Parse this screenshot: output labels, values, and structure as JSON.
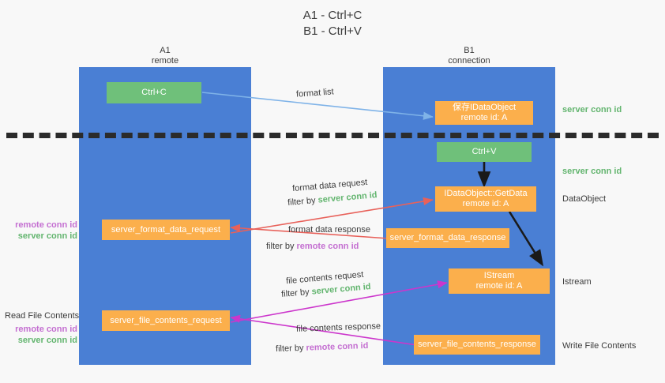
{
  "title": {
    "line1": "A1 - Ctrl+C",
    "line2": "B1 - Ctrl+V"
  },
  "lanes": [
    {
      "name": "A1",
      "sub": "remote"
    },
    {
      "name": "B1",
      "sub": "connection"
    }
  ],
  "nodes": {
    "ctrl_c": "Ctrl+C",
    "ctrl_v": "Ctrl+V",
    "save_dataobject_l1": "保存IDataObject",
    "save_dataobject_l2": "remote id: A",
    "getdata_l1": "IDataObject::GetData",
    "getdata_l2": "remote id: A",
    "istream_l1": "IStream",
    "istream_l2": "remote id: A",
    "server_format_data_request": "server_format_data_request",
    "server_format_data_response": "server_format_data_response",
    "server_file_contents_request": "server_file_contents_request",
    "server_file_contents_response": "server_file_contents_response"
  },
  "captions": {
    "format_list": "format list",
    "format_data_request": "format data request",
    "format_data_response": "format data response",
    "file_contents_request": "file contents request",
    "file_contents_response": "file contents response",
    "filter_by": "filter by ",
    "server_conn_id": "server conn id",
    "remote_conn_id": "remote conn id"
  },
  "side_labels": {
    "server_conn_id": "server conn id",
    "remote_conn_id": "remote conn id",
    "dataobject": "DataObject",
    "istream": "Istream",
    "write_file_contents": "Write File Contents",
    "read_file_contents": "Read File Contents"
  },
  "colors": {
    "lane": "#4a7fd4",
    "green_box": "#6fc07a",
    "orange_box": "#fbaf4c",
    "green_text": "#63b56f",
    "purple_text": "#c46fd1",
    "arrow_light_blue": "#7fb3e8",
    "arrow_red": "#e8615a",
    "arrow_magenta": "#cc36cc",
    "arrow_black": "#1a1a1a",
    "background": "#f8f8f8"
  }
}
